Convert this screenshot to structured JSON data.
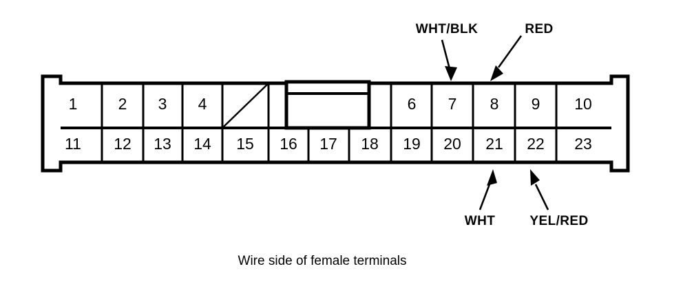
{
  "diagram": {
    "caption": "Wire side of female terminals",
    "colors": {
      "ink": "#000000",
      "background": "#ffffff"
    },
    "connector": {
      "name": "female-terminal-connector",
      "top_row": {
        "pins": [
          "1",
          "2",
          "3",
          "4"
        ],
        "blank_cell": {
          "marker": "diagonal-slash",
          "label": ""
        },
        "right_pins": [
          "6",
          "7",
          "8",
          "9",
          "10"
        ],
        "center_feature": {
          "name": "locking-key-tab",
          "label": ""
        }
      },
      "bottom_row": {
        "pins": [
          "11",
          "12",
          "13",
          "14",
          "15",
          "16",
          "17",
          "18",
          "19",
          "20",
          "21",
          "22",
          "23"
        ]
      }
    },
    "callouts": [
      {
        "label": "WHT/BLK",
        "position": "top",
        "points_to_pin": "7"
      },
      {
        "label": "RED",
        "position": "top",
        "points_to_pin": "8"
      },
      {
        "label": "WHT",
        "position": "bottom",
        "points_to_pin": "21"
      },
      {
        "label": "YEL/RED",
        "position": "bottom",
        "points_to_pin": "22"
      }
    ]
  }
}
